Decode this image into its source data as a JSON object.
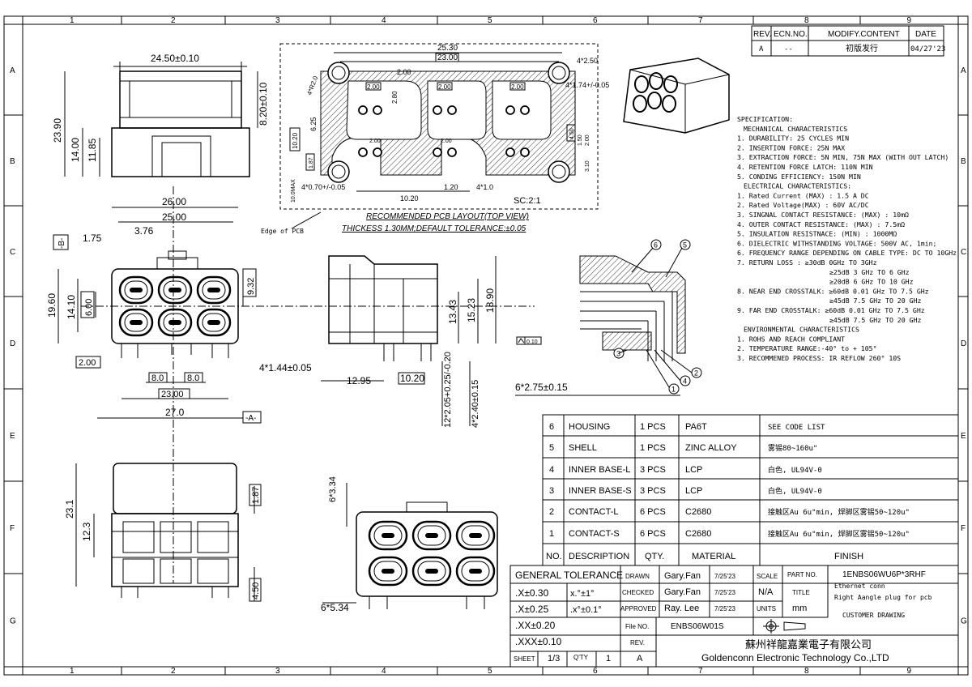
{
  "border": {
    "cols": [
      "1",
      "2",
      "3",
      "4",
      "5",
      "6",
      "7",
      "8",
      "9"
    ],
    "rows": [
      "A",
      "B",
      "C",
      "D",
      "E",
      "F",
      "G"
    ]
  },
  "revision": {
    "headers": [
      "REV.",
      "ECN.NO.",
      "MODIFY.CONTENT",
      "DATE"
    ],
    "row": [
      "A",
      "--",
      "初版发行",
      "04/27'23"
    ]
  },
  "pcb": {
    "title": "RECOMMENDED PCB LAYOUT(TOP VIEW)",
    "subtitle": "THICKESS 1.30MM;DEFAULT TOLERANCE:±0.05",
    "edge_label": "Edge of PCB",
    "scale": "SC:2:1",
    "dims": [
      "25.30",
      "23.00",
      "2.00",
      "2.00",
      "2.00",
      "2.00",
      "2.80",
      "6.25",
      "10.20",
      "4*R2.0",
      "4*2.50",
      "4*1.74+/-0.05",
      "1.87",
      "10.0MAX",
      "4*0.70+/-0.05",
      "10.20",
      "1.20",
      "4*1.0",
      "4.50",
      "1.50",
      "2.00",
      "3.10",
      "2.00",
      "2.00"
    ]
  },
  "dims": {
    "top_width": "24.50±0.10",
    "h_2390": "23.90",
    "h_1400": "14.00",
    "h_1185": "11.85",
    "h_820": "8.20±0.10",
    "w_2600": "26.00",
    "w_2500": "25.00",
    "w_175": "1.75",
    "w_376": "3.76",
    "h_1960": "19.60",
    "h_1410": "14.10",
    "h_600": "6.00",
    "h_932": "9.32",
    "w_200": "2.00",
    "w_80a": "8.0",
    "w_80b": "8.0",
    "w_2300": "23.00",
    "w_270": "27.0",
    "datum_a": "-A-",
    "datum_b": "-B-",
    "side_144": "4*1.44±0.05",
    "side_1295": "12.95",
    "side_1020": "10.20",
    "side_1890": "18.90",
    "side_1523": "15.23",
    "side_1343": "13.43",
    "side_205": "12*2.05+0.25/-0.20",
    "side_240": "4*2.40±0.15",
    "flat": "0.10",
    "sec_275": "6*2.75±0.15",
    "b_231": "23.1",
    "b_123": "12.3",
    "b_187": "1.87",
    "b_450": "4.50",
    "f_334": "6*3.34",
    "f_534": "6*5.34"
  },
  "spec": [
    "SPECIFICATION:",
    "MECHANICAL CHARACTERISTICS",
    "1. DURABILITY: 25 CYCLES MIN",
    "2. INSERTION FORCE:  25N MAX",
    "3. EXTRACTION FORCE:  5N MIN, 75N MAX (WITH OUT LATCH)",
    "4. RETENTION FORCE LATCH:  110N MIN",
    "5. CONDING EFFICIENCY:  150N MIN",
    "ELECTRICAL CHARACTERISTICS:",
    "1. Rated Current (MAX) :  1.5 A DC",
    "2. Rated Voltage(MAX) :  60V  AC/DC",
    "3. SINGNAL CONTACT RESISTANCE: (MAX) :  10mΩ",
    "4. OUTER CONTACT RESISTANCE: (MAX) :  7.5mΩ",
    "5. INSULATION RESISTNACE:  (MIN) :  1000MΩ",
    "6. DIELECTRIC WITHSTANDING VOLTAGE:  500V AC, 1min;",
    "6. FREQUENCY RANGE DEPENDING ON CABLE TYPE: DC TO 10GHz",
    "7. RETURN LOSS :  ≥30dB  0GHz TO 3GHz",
    "≥25dB  3 GHz TO 6 GHz",
    "≥20dB  6 GHz TO 10 GHz",
    "8. NEAR END CROSSTALK: ≥60dB  0.01 GHz TO 7.5 GHz",
    "≥45dB  7.5 GHz TO 20 GHz",
    "9. FAR END CROSSTALK: ≥60dB  0.01 GHz TO 7.5 GHz",
    "≥45dB  7.5 GHz TO 20 GHz",
    "ENVIRONMENTAL  CHARACTERISTICS",
    "1. ROHS AND REACH COMPLIANT",
    "2. TEMPERATURE RANGE:-40° to + 105°",
    "3. RECOMMENED PROCESS: IR REFLOW 260°  10S"
  ],
  "callouts": [
    "6",
    "5",
    "3",
    "4",
    "2",
    "1"
  ],
  "bom": [
    [
      "6",
      "HOUSING",
      "1 PCS",
      "PA6T",
      "SEE CODE LIST"
    ],
    [
      "5",
      "SHELL",
      "1 PCS",
      "ZINC ALLOY",
      "雾锡80~160u\""
    ],
    [
      "4",
      "INNER BASE-L",
      "3 PCS",
      "LCP",
      "白色, UL94V-0"
    ],
    [
      "3",
      "INNER BASE-S",
      "3 PCS",
      "LCP",
      "白色, UL94V-0"
    ],
    [
      "2",
      "CONTACT-L",
      "6 PCS",
      "C2680",
      "接触区Au 6u\"min, 焊脚区雾锡50~120u\""
    ],
    [
      "1",
      "CONTACT-S",
      "6 PCS",
      "C2680",
      "接触区Au 6u\"min, 焊脚区雾锡50~120u\""
    ]
  ],
  "bom_header": [
    "NO.",
    "DESCRIPTION",
    "QTY.",
    "MATERIAL",
    "FINISH"
  ],
  "title_block": {
    "gen_tol": "GENERAL TOLERANCE",
    "tol": [
      ".X±0.30",
      ".X±0.25",
      ".XX±0.20",
      ".XXX±0.10"
    ],
    "ang": [
      "x.°±1°",
      ".x°±0.1°"
    ],
    "drawn_l": "DRAWN",
    "drawn": "Gary.Fan",
    "drawn_d": "7/25'23",
    "checked_l": "CHECKED",
    "checked": "Gary.Fan",
    "checked_d": "7/25'23",
    "approved_l": "APPROVED",
    "approved": "Ray. Lee",
    "approved_d": "7/25'23",
    "scale_l": "SCALE",
    "scale": "N/A",
    "units_l": "UNITS",
    "units": "mm",
    "part_l": "PART NO.",
    "part": "1ENBS06WU6P*3RHF",
    "title_l": "TITLE",
    "title1": "Ethernet conn",
    "title2": "Right Aangle plug for pcb",
    "title3": "CUSTOMER  DRAWING",
    "file_l": "File  NO.",
    "file": "ENBS06W01S",
    "rev_l": "REV.",
    "rev": "A",
    "sheet_l": "SHEET",
    "sheet": "1/3",
    "qty_l": "Q'TY",
    "qty": "1",
    "company_cn": "蘇州祥龍嘉業電子有限公司",
    "company_en": "Goldenconn  Electronic  Technology  Co.,LTD"
  }
}
